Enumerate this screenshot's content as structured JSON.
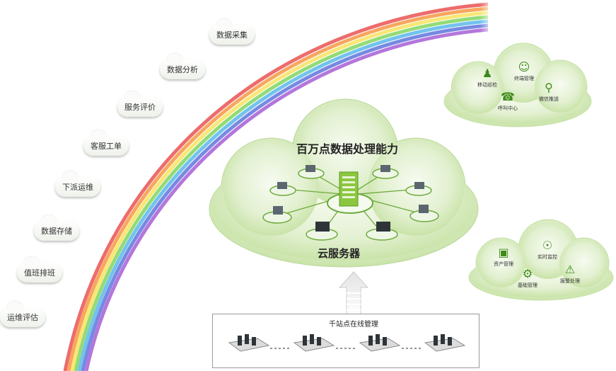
{
  "rainbow_labels": [
    "数据采集",
    "数据分析",
    "服务评价",
    "客服工单",
    "下派运维",
    "数据存储",
    "值班排班",
    "运维评估"
  ],
  "main_cloud": {
    "title": "百万点数据处理能力",
    "server_label": "云服务器"
  },
  "top_right_cloud": {
    "items": [
      {
        "label": "移动巡检",
        "icon": "person-icon"
      },
      {
        "label": "终端管理",
        "icon": "user-check-icon"
      },
      {
        "label": "呼叫中心",
        "icon": "headset-icon"
      },
      {
        "label": "微信推送",
        "icon": "wechat-icon"
      }
    ]
  },
  "bottom_right_cloud": {
    "items": [
      {
        "label": "资产管理",
        "icon": "database-icon"
      },
      {
        "label": "实时监控",
        "icon": "camera-icon"
      },
      {
        "label": "基础管理",
        "icon": "gears-icon"
      },
      {
        "label": "报警处理",
        "icon": "alarm-icon"
      }
    ]
  },
  "site_box": {
    "title": "千站点在线管理"
  },
  "colors": {
    "cloud_light": "#f3f8ec",
    "cloud_mid": "#cde6b0",
    "accent_green": "#5aa52a"
  }
}
